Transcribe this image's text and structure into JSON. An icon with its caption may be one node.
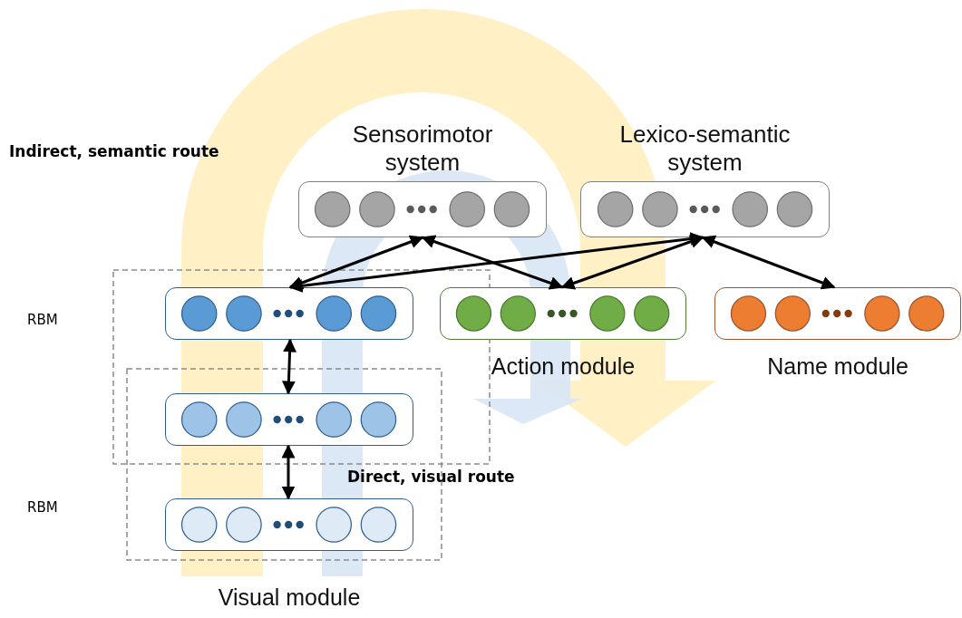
{
  "diagram": {
    "nodes": [
      {
        "text": [
          "Sensorimotor system"
        ]
      },
      {
        "text": [
          "Lexico-semantic system"
        ]
      },
      {
        "text": [],
        "shape": "box"
      },
      {
        "text": [
          "Action module"
        ]
      },
      {
        "text": [
          "Name module"
        ]
      },
      {
        "text": [],
        "shape": "box"
      },
      {
        "text": [],
        "shape": "box",
        "beside": [
          "Visual module"
        ]
      }
    ],
    "edges": [
      {
        "from": 2,
        "to": 0,
        "arrow": "both"
      },
      {
        "from": 2,
        "to": 1,
        "arrow": "both"
      },
      {
        "from": 0,
        "to": 3,
        "arrow": "both"
      },
      {
        "from": 1,
        "to": 3,
        "arrow": "both"
      },
      {
        "from": 1,
        "to": 4,
        "arrow": "both"
      },
      {
        "from": 2,
        "to": 5,
        "arrow": "both"
      },
      {
        "from": 5,
        "to": 6,
        "arrow": "both"
      }
    ],
    "labels": [
      "Indirect, semantic route",
      "RBM",
      "Direct, visual route",
      "RBM"
    ]
  }
}
